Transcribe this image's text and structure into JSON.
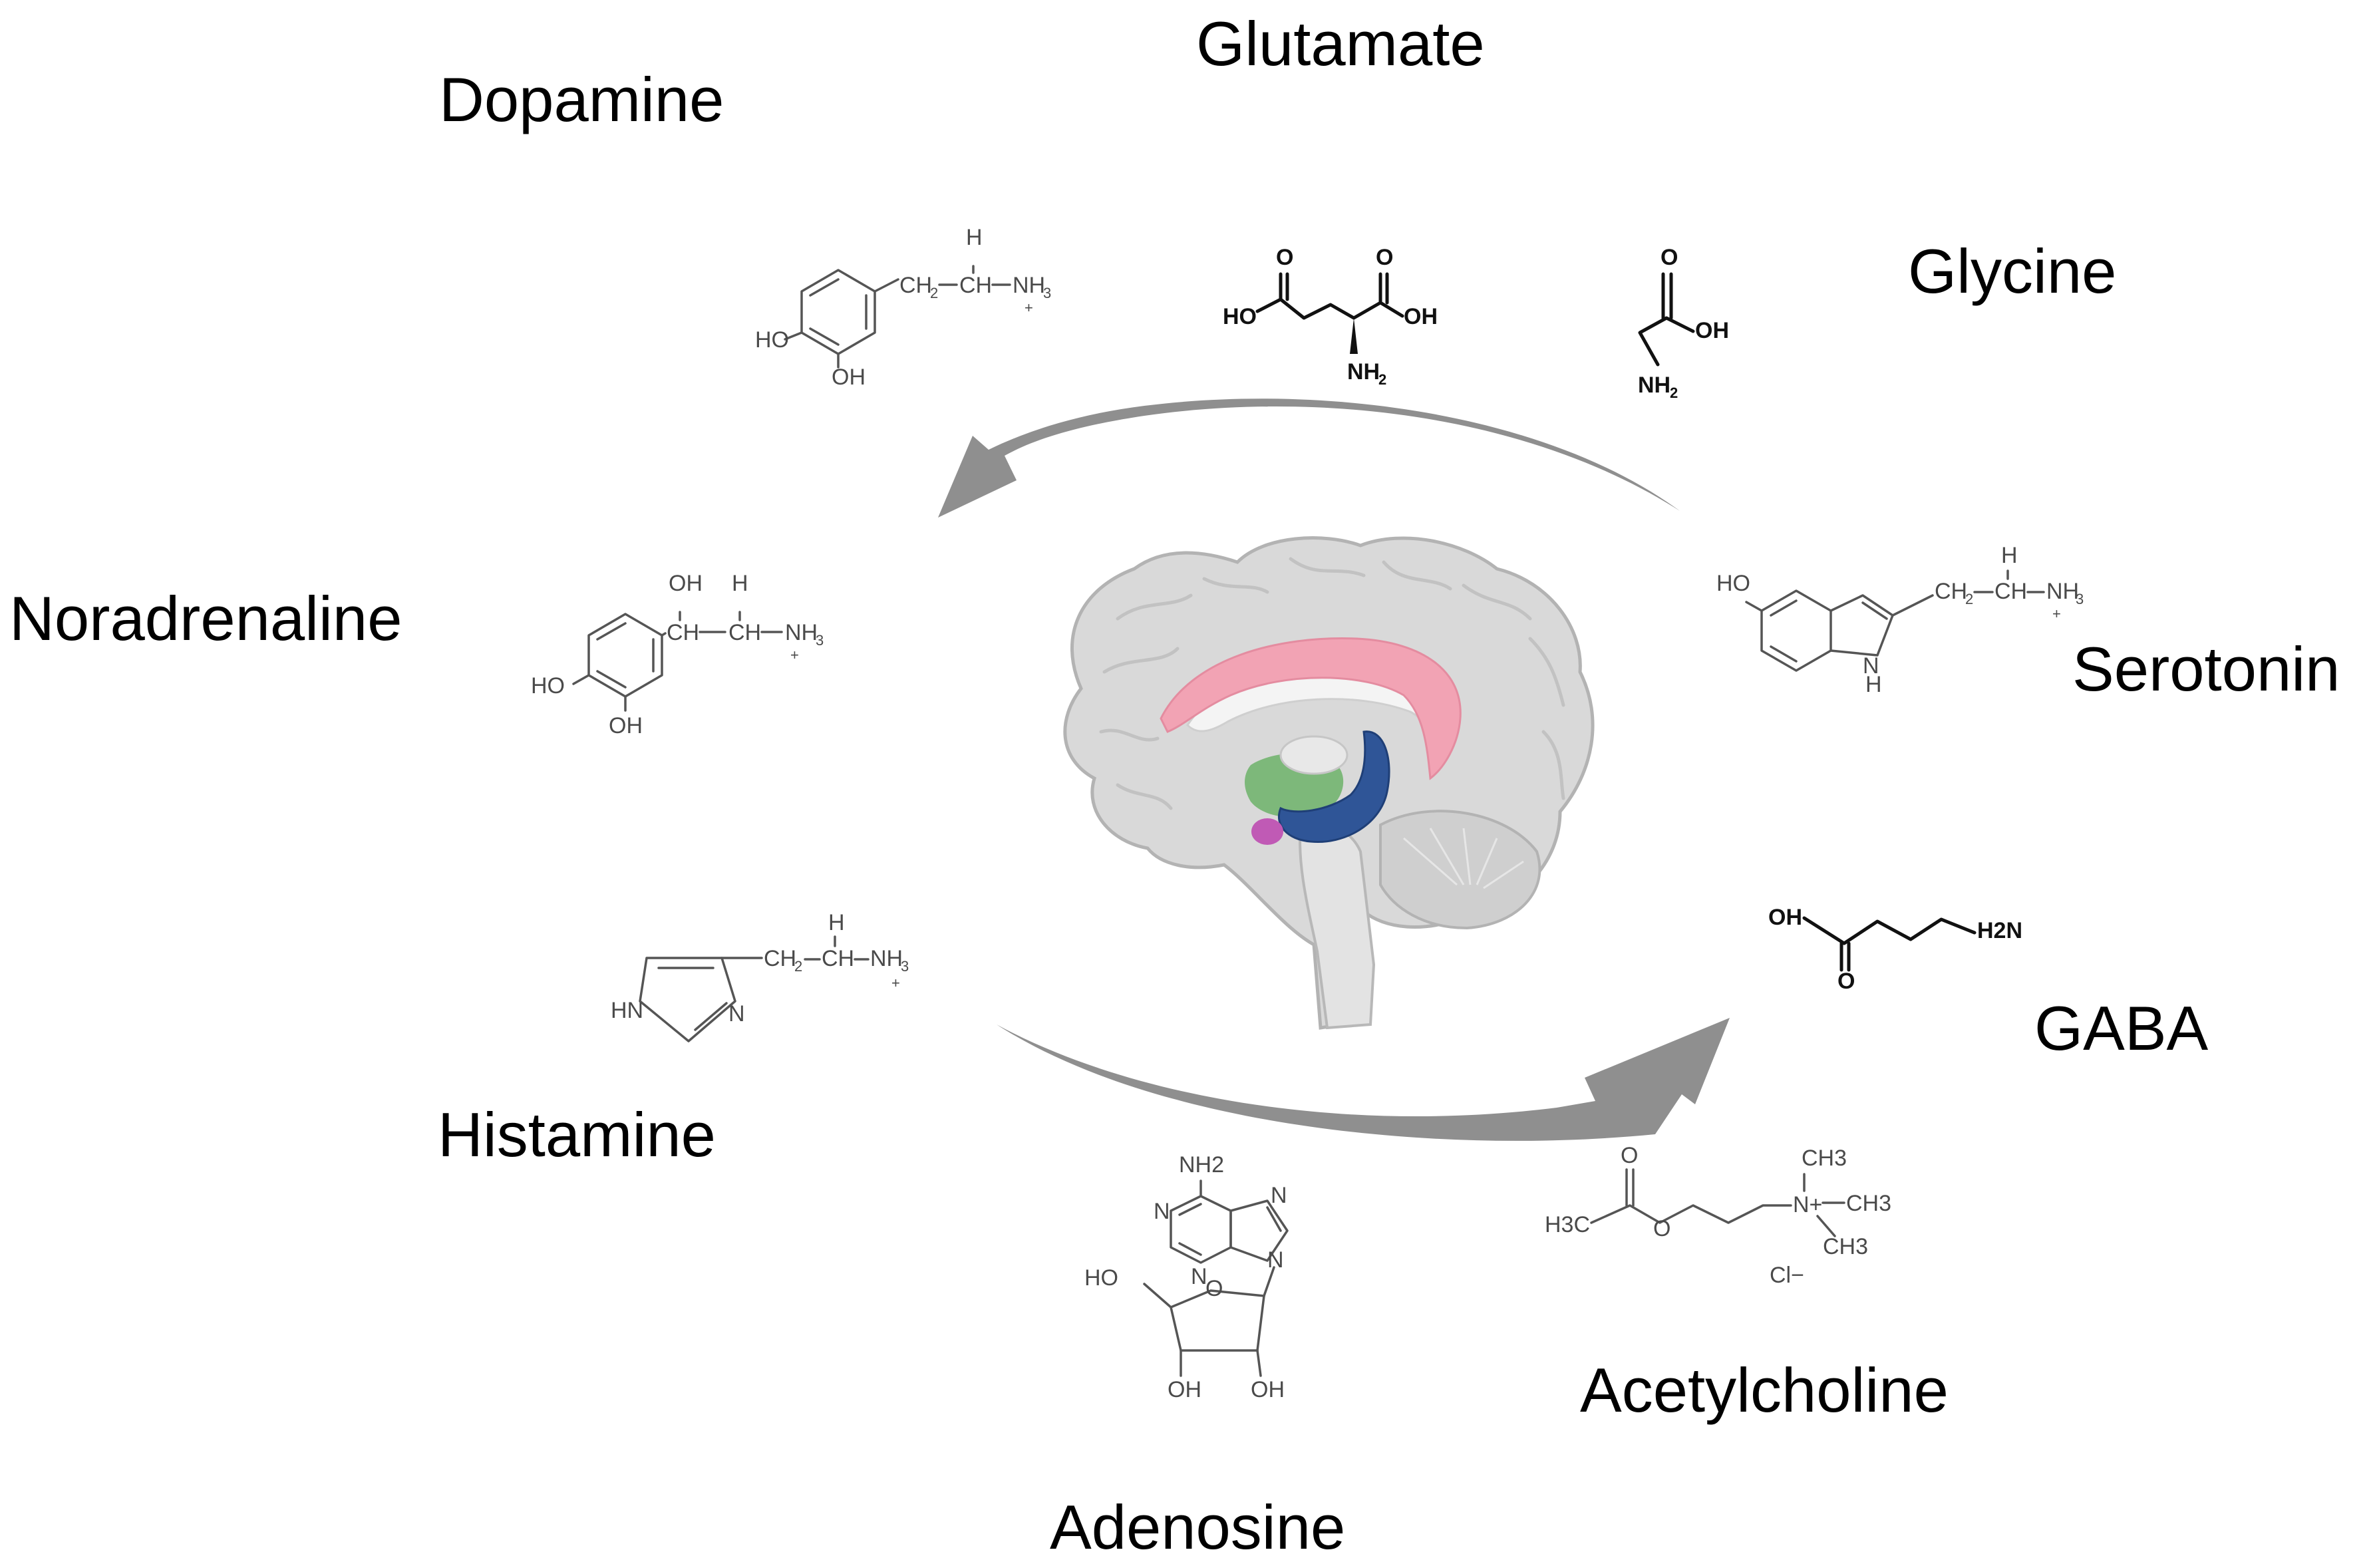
{
  "labels": {
    "dopamine": "Dopamine",
    "glutamate": "Glutamate",
    "glycine": "Glycine",
    "noradrenaline": "Noradrenaline",
    "serotonin": "Serotonin",
    "histamine": "Histamine",
    "gaba": "GABA",
    "acetylcholine": "Acetylcholine",
    "adenosine": "Adenosine"
  },
  "atoms": {
    "ho": "HO",
    "oh": "OH",
    "h": "H",
    "o": "O",
    "n": "N",
    "hn": "HN",
    "nh2": "NH2",
    "nh3_main": "NH",
    "sub3": "3",
    "sub2": "2",
    "plus": "+",
    "ch": "CH",
    "ch2_main": "CH",
    "h2n": "H2N",
    "h3c": "H3C",
    "ch3": "CH3",
    "n_plus": "N+",
    "cl": "Cl−"
  },
  "colors": {
    "arrow": "#8f8f8f",
    "brain_fill": "#d9d9d9",
    "brain_edge": "#b3b3b3",
    "cingulate": "#f2a3b4",
    "hippocampus": "#2f5597",
    "thalamus": "#7db87a",
    "amygdala": "#c05ab5",
    "text": "#000000"
  }
}
